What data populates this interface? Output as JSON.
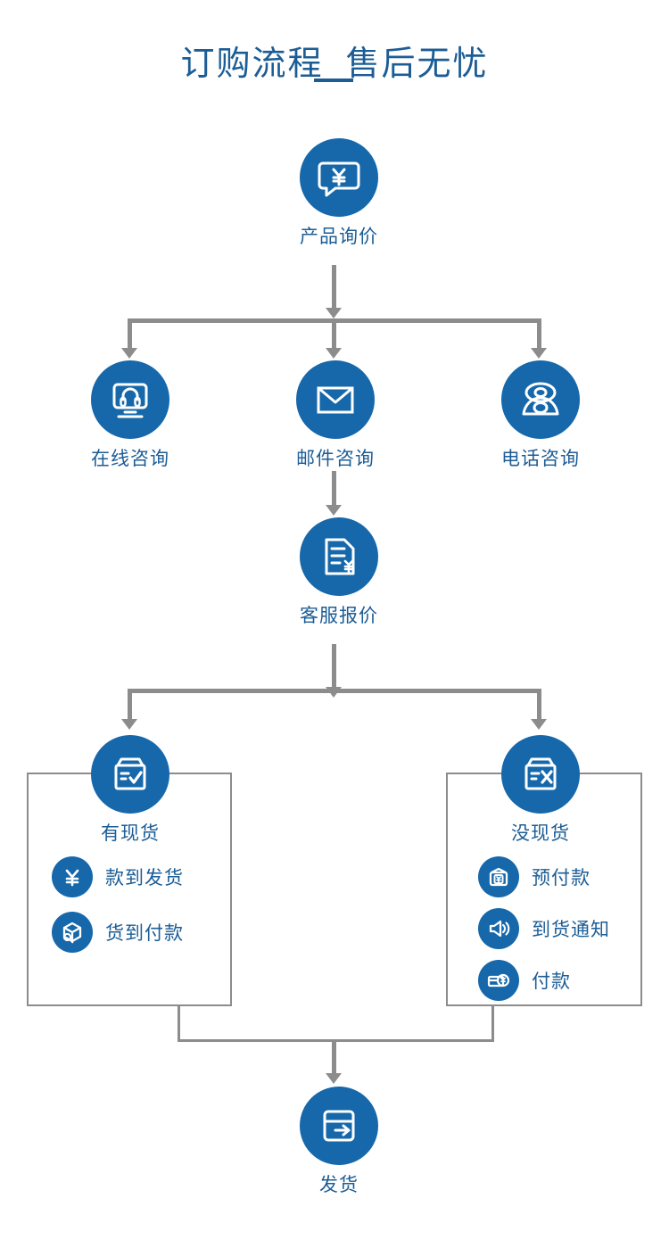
{
  "title": {
    "main": "订购流程  售后无忧",
    "accent_color": "#1c5d96"
  },
  "colors": {
    "circle_fill": "#1668ab",
    "label_text": "#1c5d96",
    "connector": "#8c8c8c",
    "background": "#ffffff"
  },
  "flow": {
    "start": {
      "label": "产品询价",
      "icon": "speech-bubble-yen-icon"
    },
    "channels": [
      {
        "label": "在线咨询",
        "icon": "monitor-headset-icon"
      },
      {
        "label": "邮件咨询",
        "icon": "envelope-icon"
      },
      {
        "label": "电话咨询",
        "icon": "telephone-icon"
      }
    ],
    "quote": {
      "label": "客服报价",
      "icon": "invoice-yen-icon"
    },
    "stock_branches": [
      {
        "label": "有现货",
        "icon": "box-check-icon",
        "options": [
          {
            "label": "款到发货",
            "icon": "yen-symbol-icon"
          },
          {
            "label": "货到付款",
            "icon": "parcel-search-icon"
          }
        ]
      },
      {
        "label": "没现货",
        "icon": "box-cross-icon",
        "options": [
          {
            "label": "预付款",
            "icon": "wallet-yen-icon"
          },
          {
            "label": "到货通知",
            "icon": "speaker-announce-icon"
          },
          {
            "label": "付款",
            "icon": "card-yen-icon"
          }
        ]
      }
    ],
    "end": {
      "label": "发货",
      "icon": "box-arrow-out-icon"
    }
  }
}
